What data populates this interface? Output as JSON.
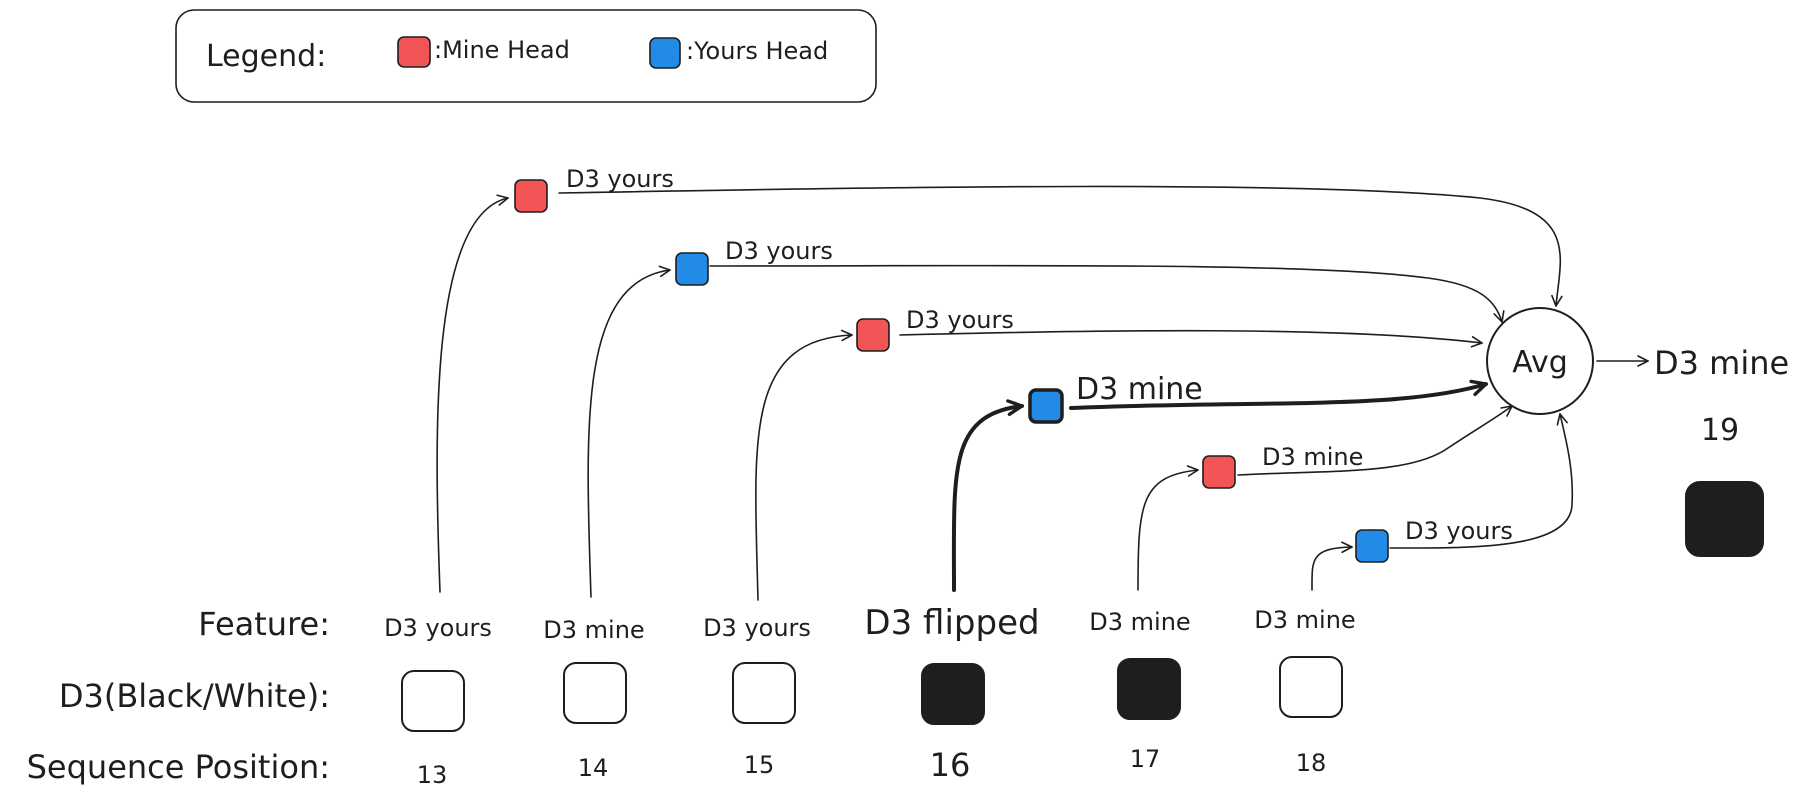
{
  "legend": {
    "title": "Legend:",
    "mine_label": ":Mine Head",
    "yours_label": ":Yours Head"
  },
  "colors": {
    "mine_head": "#f25556",
    "yours_head": "#228be6",
    "black": "#1e1e1e",
    "white": "#ffffff"
  },
  "row_labels": {
    "feature": "Feature:",
    "d3": "D3(Black/White):",
    "sequence": "Sequence Position:"
  },
  "columns": [
    {
      "feature": "D3 yours",
      "d3": "white",
      "position": "13",
      "head_type": "mine",
      "head_output": "D3 yours"
    },
    {
      "feature": "D3 mine",
      "d3": "white",
      "position": "14",
      "head_type": "yours",
      "head_output": "D3 yours"
    },
    {
      "feature": "D3 yours",
      "d3": "white",
      "position": "15",
      "head_type": "mine",
      "head_output": "D3 yours"
    },
    {
      "feature": "D3 flipped",
      "d3": "black",
      "position": "16",
      "head_type": "yours",
      "head_output": "D3 mine",
      "emphasized": true
    },
    {
      "feature": "D3 mine",
      "d3": "black",
      "position": "17",
      "head_type": "mine",
      "head_output": "D3 mine"
    },
    {
      "feature": "D3 mine",
      "d3": "white",
      "position": "18",
      "head_type": "yours",
      "head_output": "D3 yours"
    }
  ],
  "avg": {
    "label": "Avg",
    "output": "D3 mine",
    "position": "19",
    "d3": "black"
  }
}
